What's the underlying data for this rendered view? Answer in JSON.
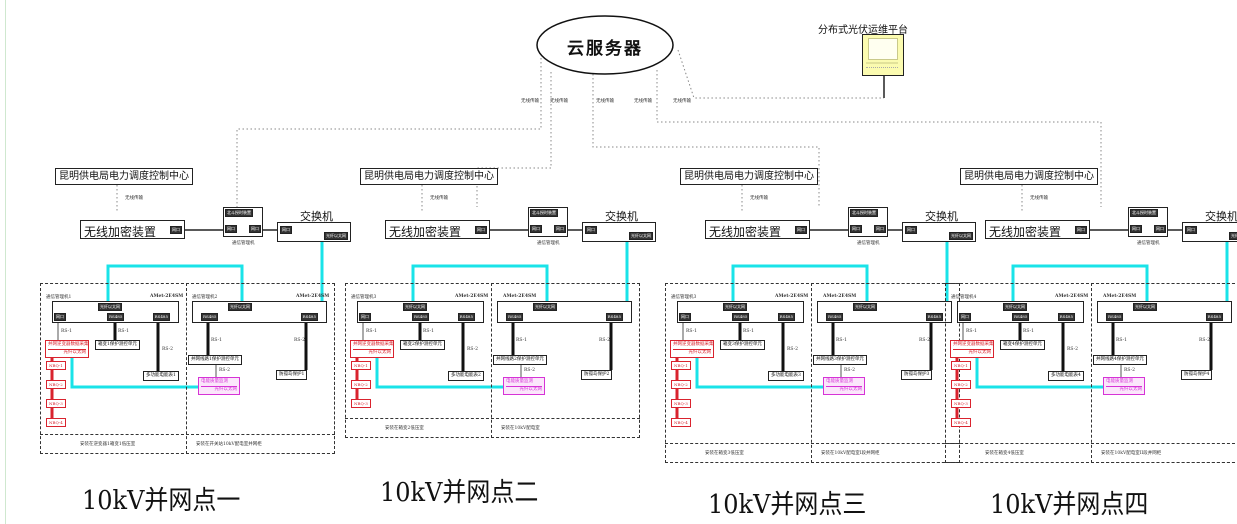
{
  "cloud": {
    "label": "云服务器"
  },
  "platform": {
    "label": "分布式光伏运维平台",
    "icon": "computer-terminal-icon"
  },
  "wireless_label": "无线传输",
  "colors": {
    "fiber_link": "#19e3e8",
    "inverter_box": "#d9232e",
    "meter_box": "#d633d6",
    "platform_fill": "#fbfbb0"
  },
  "sites": [
    {
      "title": "10kV并网点一",
      "control_center": "昆明供电局电力调度控制中心",
      "wireless_label": "无线传输",
      "encryption_device": "无线加密装置",
      "encryption_port": "网口",
      "comm_unit": {
        "top": "北斗授时装置",
        "left_port": "网口",
        "right_port": "网口",
        "caption": "通信管理机"
      },
      "switch": {
        "title": "交换机",
        "left_port": "网口",
        "fiber_port": "光纤以太网"
      },
      "zone_left": {
        "manager": "通信管理机1",
        "model": "AMet-2E4SM",
        "fiber": "光纤以太网",
        "ports": [
          "网口",
          "RS485",
          "RS485"
        ],
        "bus_labels": [
          "RS-1",
          "RS-1",
          "RS-2"
        ],
        "inverter": {
          "line1": "并网逆变器数据采集",
          "line2": "光纤以太网"
        },
        "protection": "箱变1保护测控单元",
        "meter": "多功能电能表1",
        "inverters": [
          "NBQ-1",
          "NBQ-2",
          "NBQ-3",
          "NBQ-4"
        ],
        "note": "安装在逆变器1箱变1低压室"
      },
      "zone_right": {
        "manager": "通信管理机2",
        "model": "AMet-2E4SM",
        "fiber": "光纤以太网",
        "ports": [
          "RS485",
          "RS485"
        ],
        "bus_labels": [
          "RS-1",
          "RS-2"
        ],
        "line_protection": "并网线路1保护测控单元",
        "anti_islanding": "防孤岛保护1",
        "bus_label_meter": "RS-2",
        "meter_box": {
          "line1": "电能质量监测",
          "line2": "光纤以太网"
        },
        "note": "安装在开关站10kV配电室并网柜"
      }
    },
    {
      "title": "10kV并网点二",
      "control_center": "昆明供电局电力调度控制中心",
      "wireless_label": "无线传输",
      "encryption_device": "无线加密装置",
      "encryption_port": "网口",
      "comm_unit": {
        "top": "北斗授时装置",
        "left_port": "网口",
        "right_port": "网口",
        "caption": "通信管理机"
      },
      "switch": {
        "title": "交换机",
        "left_port": "网口",
        "fiber_port": "光纤以太网"
      },
      "zone_left": {
        "manager": "通信管理机3",
        "model": "AMet-2E4SM",
        "fiber": "光纤以太网",
        "ports": [
          "网口",
          "RS485",
          "RS485"
        ],
        "bus_labels": [
          "RS-1",
          "RS-1",
          "RS-2"
        ],
        "inverter": {
          "line1": "并网逆变器数据采集",
          "line2": "光纤以太网"
        },
        "protection": "箱变2保护测控单元",
        "meter": "多功能电能表2",
        "inverters": [
          "NBQ-1",
          "NBQ-2",
          "NBQ-3"
        ],
        "note": "安装在箱变2低压室"
      },
      "zone_right": {
        "manager": "",
        "model": "AMet-2E4SM",
        "fiber": "光纤以太网",
        "ports": [
          "RS485",
          "RS485"
        ],
        "bus_labels": [
          "RS-1",
          "RS-2"
        ],
        "line_protection": "并网线路2保护测控单元",
        "anti_islanding": "防孤岛保护2",
        "bus_label_meter": "RS-2",
        "meter_box": {
          "line1": "电能质量监测",
          "line2": "光纤以太网"
        },
        "note": "安装在10kV配电室"
      }
    },
    {
      "title": "10kV并网点三",
      "control_center": "昆明供电局电力调度控制中心",
      "wireless_label": "无线传输",
      "encryption_device": "无线加密装置",
      "encryption_port": "网口",
      "comm_unit": {
        "top": "北斗授时装置",
        "left_port": "网口",
        "right_port": "网口",
        "caption": "通信管理机"
      },
      "switch": {
        "title": "交换机",
        "left_port": "网口",
        "fiber_port": "光纤以太网"
      },
      "zone_left": {
        "manager": "通信管理机3",
        "model": "AMet-2E4SM",
        "fiber": "光纤以太网",
        "ports": [
          "网口",
          "RS485",
          "RS485"
        ],
        "bus_labels": [
          "RS-1",
          "RS-1",
          "RS-2"
        ],
        "inverter": {
          "line1": "并网逆变器数据采集",
          "line2": "光纤以太网"
        },
        "protection": "箱变3保护测控单元",
        "meter": "多功能电能表3",
        "inverters": [
          "NBQ-1",
          "NBQ-2",
          "NBQ-3",
          "NBQ-4"
        ],
        "note": "安装在箱变3低压室"
      },
      "zone_right": {
        "manager": "",
        "model": "AMet-2E4SM",
        "fiber": "光纤以太网",
        "ports": [
          "RS485",
          "RS485"
        ],
        "bus_labels": [
          "RS-1",
          "RS-2"
        ],
        "line_protection": "并网线路3保护测控单元",
        "anti_islanding": "防孤岛保护3",
        "bus_label_meter": "RS-2",
        "meter_box": {
          "line1": "电能质量监测",
          "line2": "光纤以太网"
        },
        "note": "安装在10kV配电室I段并网柜"
      }
    },
    {
      "title": "10kV并网点四",
      "control_center": "昆明供电局电力调度控制中心",
      "wireless_label": "无线传输",
      "encryption_device": "无线加密装置",
      "encryption_port": "网口",
      "comm_unit": {
        "top": "北斗授时装置",
        "left_port": "网口",
        "right_port": "网口",
        "caption": "通信管理机"
      },
      "switch": {
        "title": "交换机",
        "left_port": "网口",
        "fiber_port": "光纤以太网"
      },
      "zone_left": {
        "manager": "通信管理机4",
        "model": "AMet-2E4SM",
        "fiber": "光纤以太网",
        "ports": [
          "网口",
          "RS485",
          "RS485"
        ],
        "bus_labels": [
          "RS-1",
          "RS-1",
          "RS-2"
        ],
        "inverter": {
          "line1": "并网逆变器数据采集",
          "line2": "光纤以太网"
        },
        "protection": "箱变4保护测控单元",
        "meter": "多功能电能表4",
        "inverters": [
          "NBQ-1",
          "NBQ-2",
          "NBQ-3",
          "NBQ-4"
        ],
        "note": "安装在箱变4低压室"
      },
      "zone_right": {
        "manager": "",
        "model": "AMet-2E4SM",
        "fiber": "光纤以太网",
        "ports": [
          "RS485",
          "RS485"
        ],
        "bus_labels": [
          "RS-1",
          "RS-2"
        ],
        "line_protection": "并网线路4保护测控单元",
        "anti_islanding": "防孤岛保护4",
        "bus_label_meter": "RS-2",
        "meter_box": {
          "line1": "电能质量监测",
          "line2": "光纤以太网"
        },
        "note": "安装在10kV配电室II段并网柜"
      }
    }
  ]
}
